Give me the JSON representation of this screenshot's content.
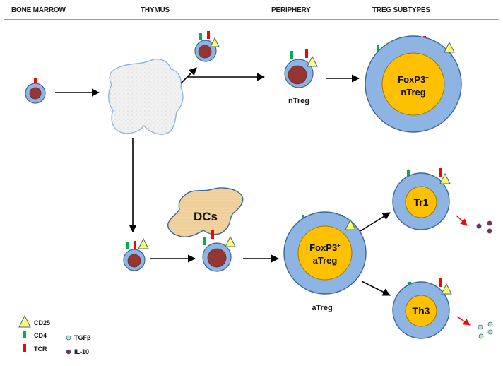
{
  "headers": {
    "bone_marrow": "BONE MARROW",
    "thymus": "THYMUS",
    "periphery": "PERIPHERY",
    "treg_subtypes": "TREG SUBTYPES"
  },
  "cells": {
    "ntreg_label": "nTreg",
    "ntreg_big_line1": "FoxP3",
    "ntreg_big_sup": "+",
    "ntreg_big_line2": "nTreg",
    "dcs": "DCs",
    "atreg_big_line1": "FoxP3",
    "atreg_big_sup": "+",
    "atreg_big_line2": "aTreg",
    "atreg_label": "aTreg",
    "tr1": "Tr1",
    "th3": "Th3"
  },
  "legend": {
    "cd25": "CD25",
    "cd4": "CD4",
    "tcr": "TCR",
    "tgfb": "TGFβ",
    "il10": "IL-10"
  },
  "colors": {
    "cell_outer": "#8eb4e3",
    "cell_outline": "#3c6796",
    "nucleus": "#943634",
    "nucleus_big": "#ffc000",
    "cd4": "#00b050",
    "tcr": "#ff0000",
    "cd25": "#ffff66",
    "dc": "#f5d9a8",
    "thymus": "#f2f2f2",
    "arrow": "#000000",
    "secretion_arrow": "#ff0000",
    "il10": "#7a2c5c",
    "tgfb": "#c8e6b4"
  }
}
